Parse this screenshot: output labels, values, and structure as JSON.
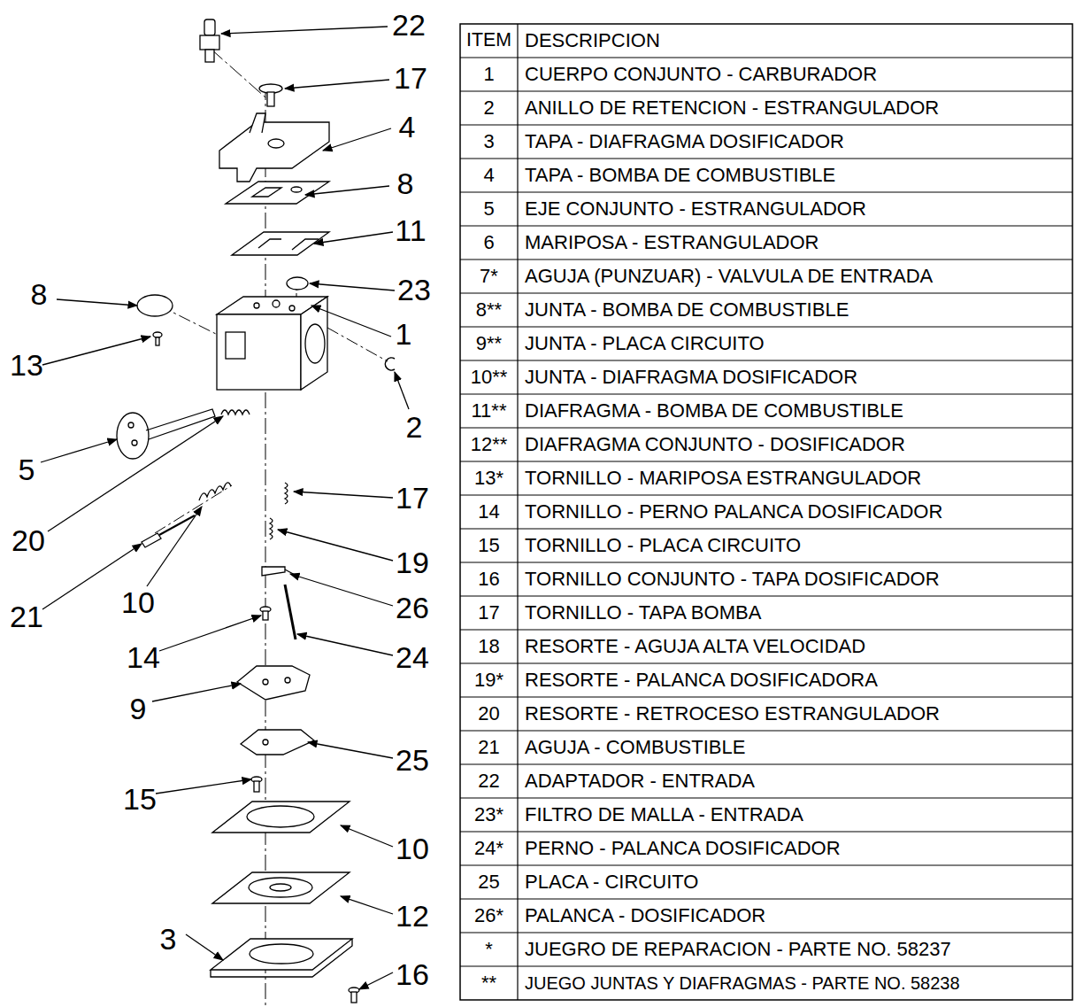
{
  "diagram": {
    "labels": [
      "22",
      "17",
      "4",
      "8",
      "11",
      "23",
      "1",
      "8",
      "13",
      "2",
      "5",
      "20",
      "17",
      "19",
      "26",
      "10",
      "21",
      "14",
      "24",
      "9",
      "25",
      "15",
      "10",
      "12",
      "3",
      "16",
      "ITEM",
      "DESCRIPCION",
      "1",
      "CUERPO CONJUNTO - CARBURADOR",
      "2",
      "ANILLO DE RETENCION - ESTRANGULADOR",
      "3",
      "TAPA - DIAFRAGMA DOSIFICADOR",
      "4",
      "TAPA - BOMBA DE COMBUSTIBLE",
      "5",
      "EJE CONJUNTO - ESTRANGULADOR",
      "6",
      "MARIPOSA - ESTRANGULADOR",
      "7*",
      "AGUJA (PUNZUAR) - VALVULA DE ENTRADA",
      "8**",
      "JUNTA - BOMBA DE COMBUSTIBLE",
      "9**",
      "JUNTA - PLACA CIRCUITO",
      "10**",
      "JUNTA - DIAFRAGMA DOSIFICADOR",
      "11**",
      "DIAFRAGMA - BOMBA DE COMBUSTIBLE",
      "12**",
      "DIAFRAGMA CONJUNTO - DOSIFICADOR",
      "13*",
      "TORNILLO - MARIPOSA ESTRANGULADOR",
      "14",
      "TORNILLO - PERNO PALANCA DOSIFICADOR",
      "15",
      "TORNILLO - PLACA CIRCUITO",
      "16",
      "TORNILLO CONJUNTO - TAPA DOSIFICADOR",
      "17",
      "TORNILLO - TAPA BOMBA",
      "18",
      "RESORTE - AGUJA ALTA VELOCIDAD",
      "19*",
      "RESORTE - PALANCA DOSIFICADORA",
      "20",
      "RESORTE - RETROCESO ESTRANGULADOR",
      "21",
      "AGUJA - COMBUSTIBLE",
      "22",
      "ADAPTADOR - ENTRADA",
      "23*",
      "FILTRO DE MALLA - ENTRADA",
      "24*",
      "PERNO - PALANCA DOSIFICADOR",
      "25",
      "PLACA - CIRCUITO",
      "26*",
      "PALANCA - DOSIFICADOR",
      "*",
      "JUEGRO DE REPARACION - PARTE NO. 58237",
      "**",
      "JUEGO JUNTAS Y DIAFRAGMAS - PARTE NO. 58238"
    ]
  }
}
